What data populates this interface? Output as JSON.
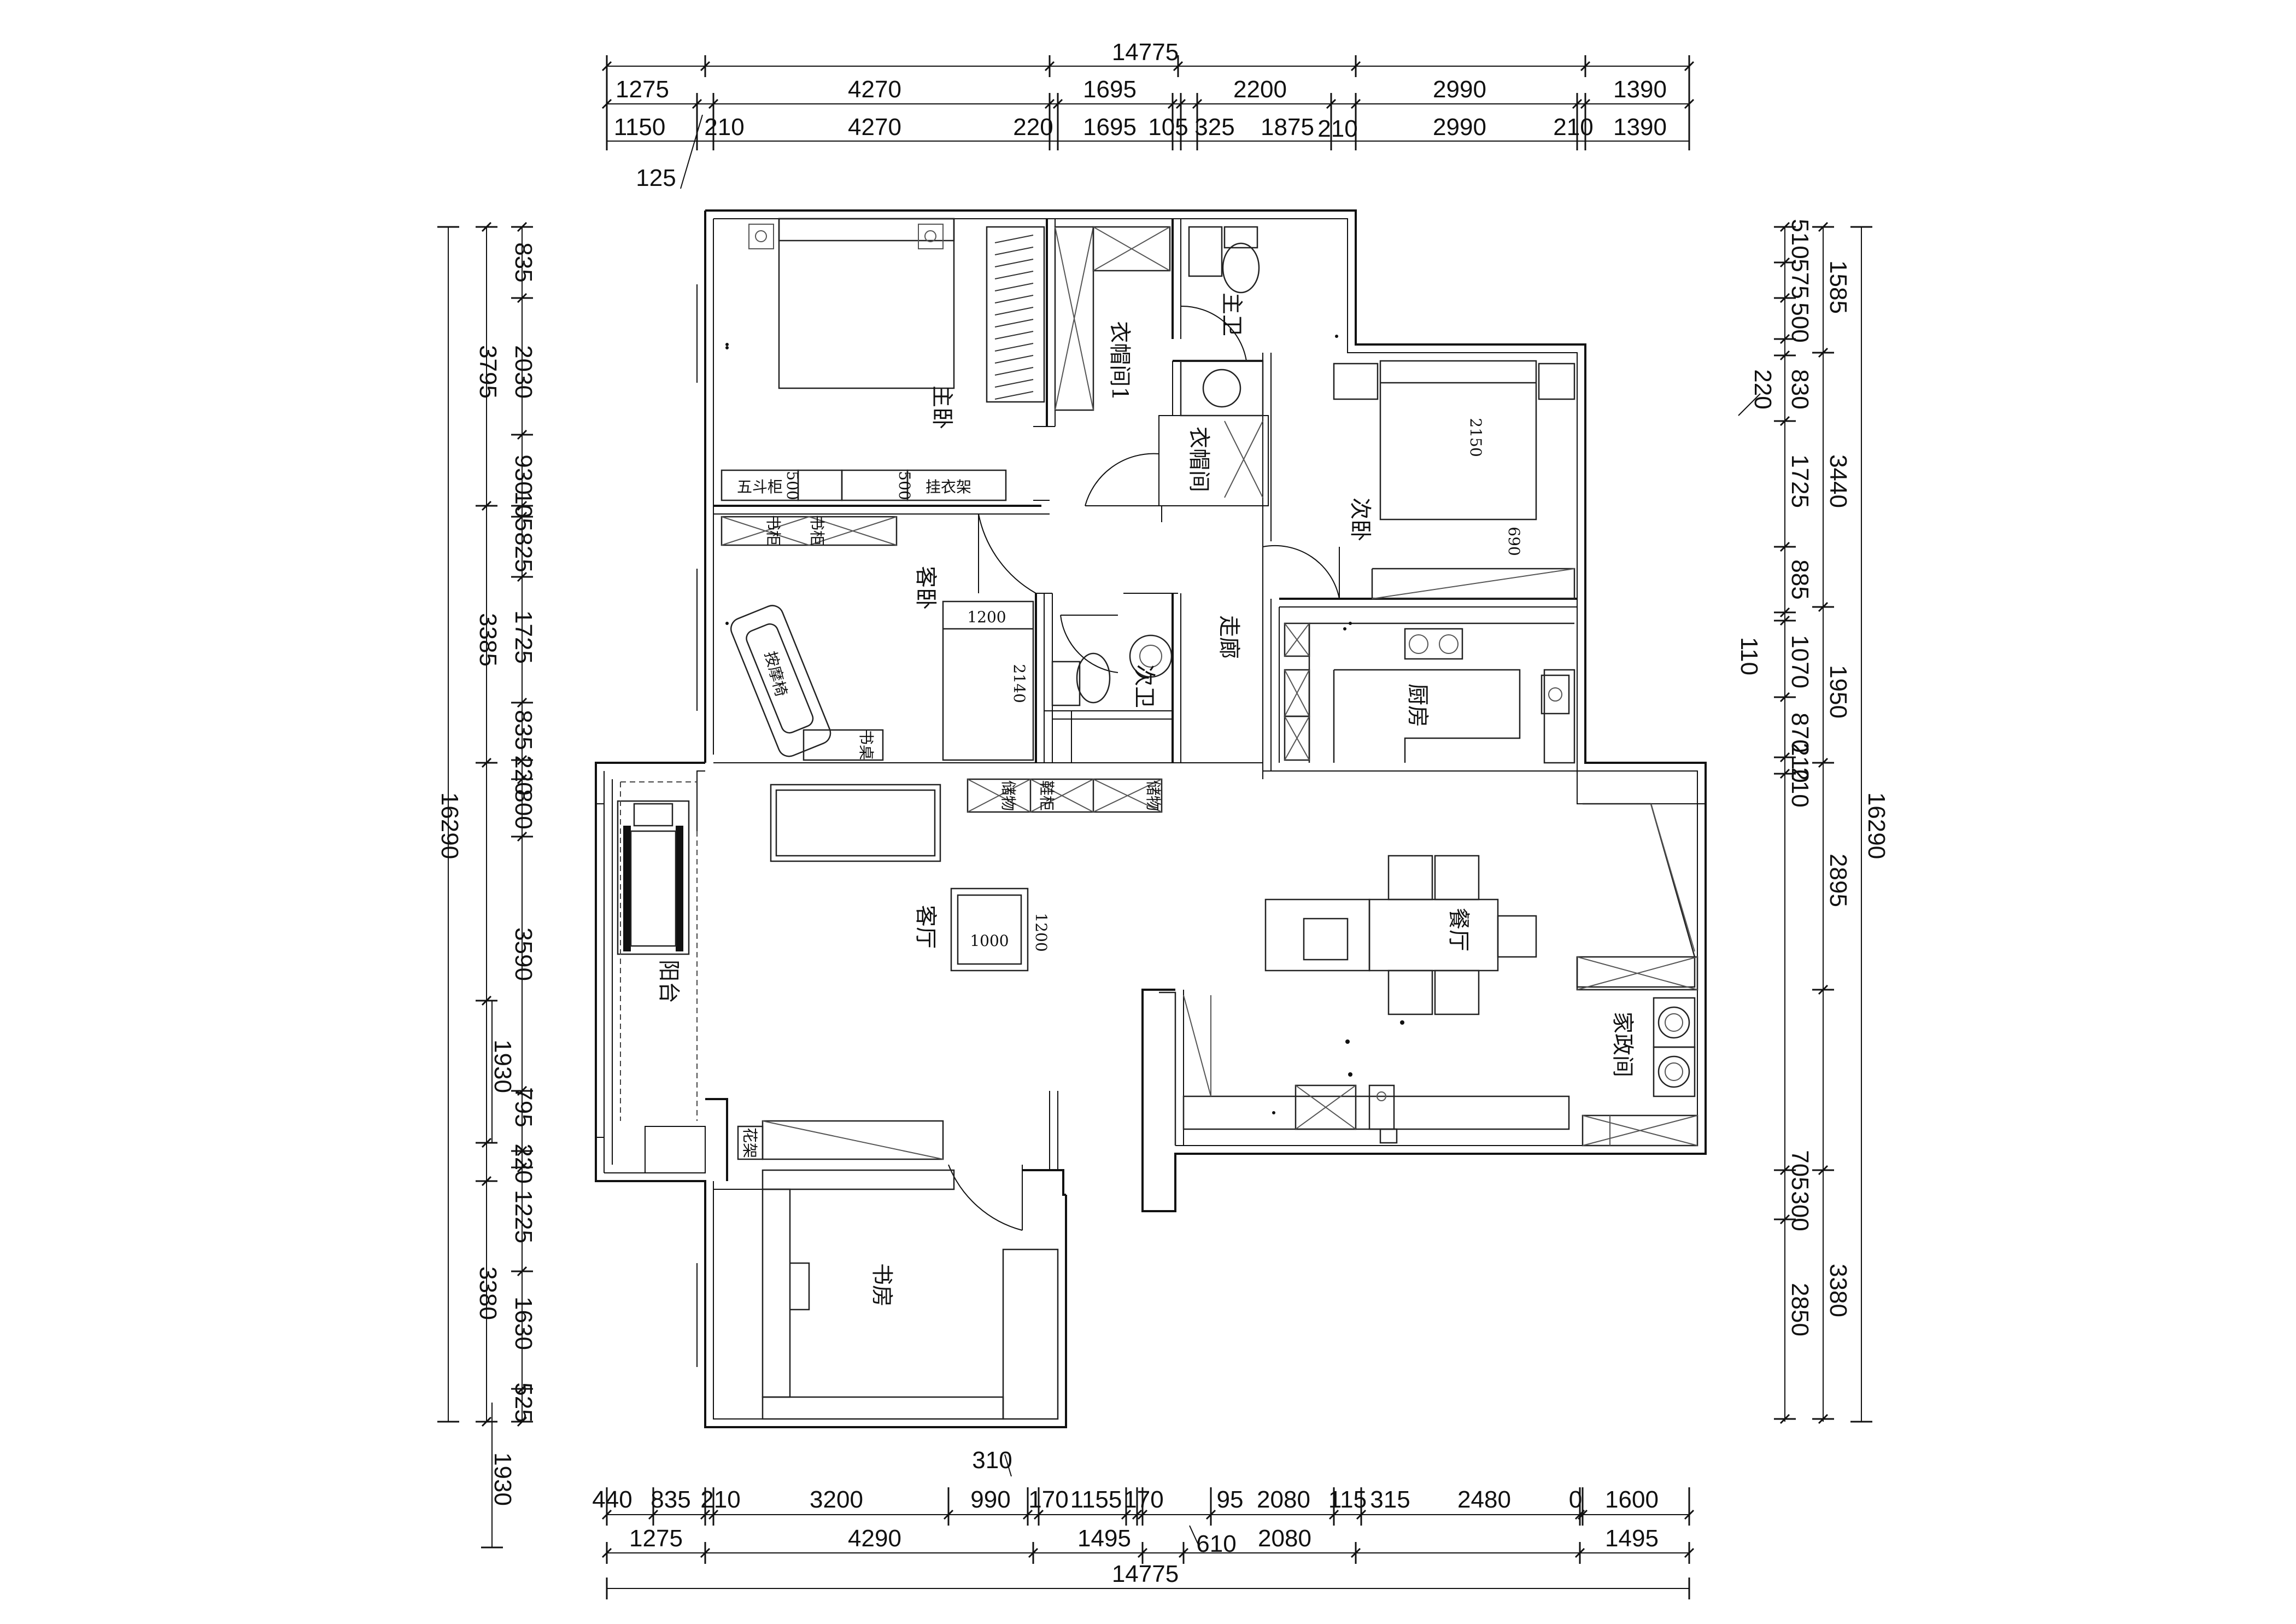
{
  "plan": {
    "rooms": {
      "master_bedroom": "主卧",
      "walkin_closet_1": "衣帽间1",
      "master_bath": "主卫",
      "walkin_closet": "衣帽间",
      "second_bedroom": "次卧",
      "guest_bedroom": "客卧",
      "guest_bath": "次卫",
      "corridor": "走廊",
      "kitchen": "厨房",
      "balcony": "阳台",
      "living_room": "客厅",
      "dining_room": "餐厅",
      "utility_room": "家政间",
      "study": "书房"
    },
    "furniture": {
      "chest": "五斗柜",
      "bookcase_1": "书柜",
      "bookcase_2": "书柜",
      "coat_rack": "挂衣架",
      "massage_chair": "按摩椅",
      "desk_small": "书桌",
      "flower_rack": "花架",
      "storage_a": "储物",
      "storage_b": "鞋柜",
      "storage_c": "储物"
    },
    "inner_dims": {
      "d500a": "500",
      "d500b": "500",
      "bed2_len": "2150",
      "bed2_w": "690",
      "sofa_w": "1200",
      "sofa_len": "2140",
      "table_w": "1000",
      "table_d": "1200"
    },
    "dims_top": {
      "total": "14775",
      "row1": [
        "1275",
        "4270",
        "1695",
        "2200",
        "2990",
        "1390"
      ],
      "row2": [
        "1150",
        "210",
        "4270",
        "220",
        "1695",
        "105",
        "325",
        "1875",
        "210",
        "2990",
        "210",
        "1390"
      ],
      "extra": "125"
    },
    "dims_bottom": {
      "total": "14775",
      "row1": [
        "440",
        "835",
        "210",
        "3200",
        "990",
        "170",
        "1155",
        "170",
        "95",
        "2080",
        "115",
        "315",
        "2480",
        "0",
        "1600"
      ],
      "row2": [
        "1275",
        "4290",
        "1495",
        "610",
        "2080",
        "1495"
      ],
      "extra": "310"
    },
    "dims_left": {
      "total": "16290",
      "mid": [
        "3795",
        "3385",
        "1930",
        "3380",
        "1930"
      ],
      "inner": [
        "835",
        "2030",
        "930",
        "105",
        "825",
        "1725",
        "835",
        "220",
        "800",
        "3590",
        "795",
        "220",
        "1225",
        "1630",
        "525"
      ]
    },
    "dims_right": {
      "total": "16290",
      "mid": [
        "1585",
        "3440",
        "1950",
        "2895",
        "3380"
      ],
      "inner": [
        "510",
        "575",
        "500",
        "220",
        "830",
        "1725",
        "885",
        "110",
        "1070",
        "870",
        "210",
        "210",
        "705",
        "300",
        "2850"
      ]
    }
  }
}
